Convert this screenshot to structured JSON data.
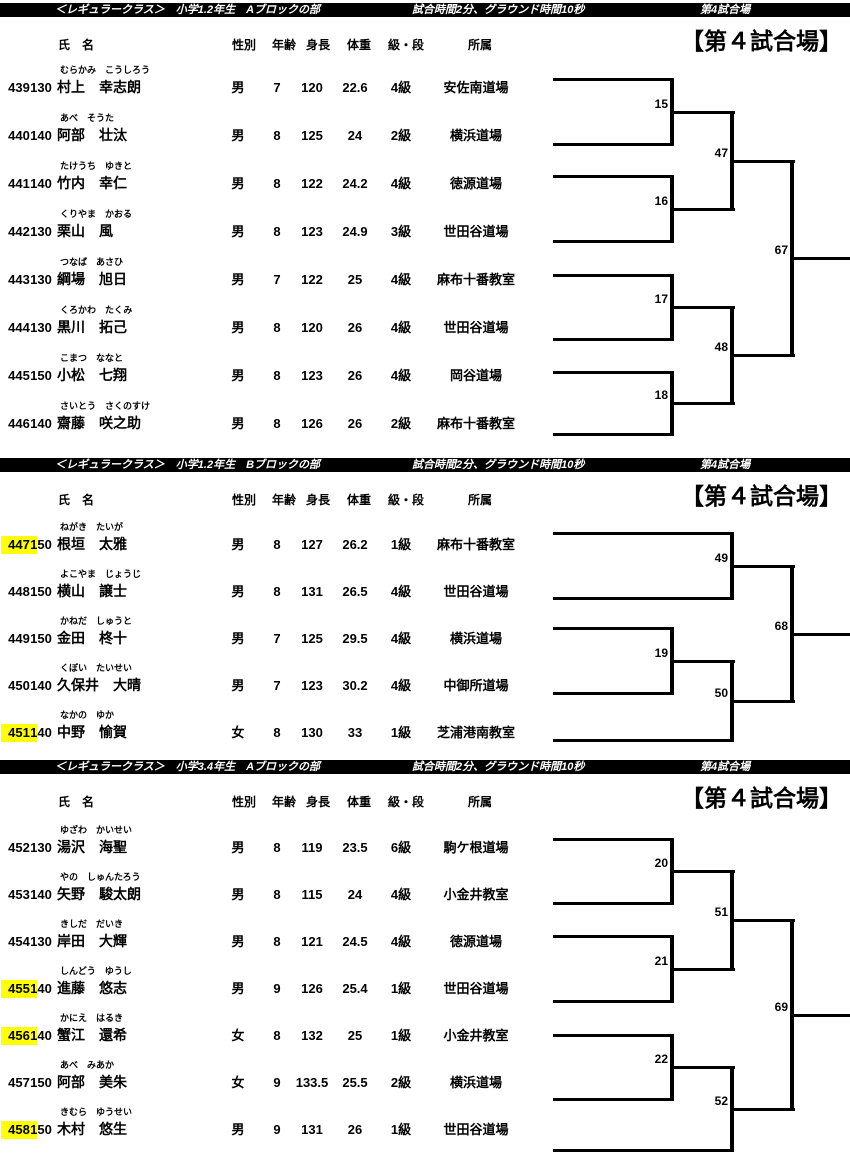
{
  "columns": [
    "氏　名",
    "性別",
    "年齢",
    "身長",
    "体重",
    "級・段",
    "所属"
  ],
  "sections": [
    {
      "bar": {
        "left": "＜レギュラークラス＞　小学1.2年生　Aブロックの部",
        "middle": "試合時間2分、グラウンド時間10秒",
        "right": "第4試合場"
      },
      "title": "【第４試合場】",
      "rows": [
        {
          "no": "439",
          "cls": "130",
          "kana": "むらかみ　こうしろう",
          "name": "村上　幸志朗",
          "sex": "男",
          "age": "7",
          "height": "120",
          "weight": "22.6",
          "rank": "4級",
          "club": "安佐南道場",
          "hl": false
        },
        {
          "no": "440",
          "cls": "140",
          "kana": "あべ　そうた",
          "name": "阿部　壮汰",
          "sex": "男",
          "age": "8",
          "height": "125",
          "weight": "24",
          "rank": "2級",
          "club": "横浜道場",
          "hl": false
        },
        {
          "no": "441",
          "cls": "140",
          "kana": "たけうち　ゆきと",
          "name": "竹内　幸仁",
          "sex": "男",
          "age": "8",
          "height": "122",
          "weight": "24.2",
          "rank": "4級",
          "club": "徳源道場",
          "hl": false
        },
        {
          "no": "442",
          "cls": "130",
          "kana": "くりやま　かおる",
          "name": "栗山　風",
          "sex": "男",
          "age": "8",
          "height": "123",
          "weight": "24.9",
          "rank": "3級",
          "club": "世田谷道場",
          "hl": false
        },
        {
          "no": "443",
          "cls": "130",
          "kana": "つなば　あさひ",
          "name": "綱場　旭日",
          "sex": "男",
          "age": "7",
          "height": "122",
          "weight": "25",
          "rank": "4級",
          "club": "麻布十番教室",
          "hl": false
        },
        {
          "no": "444",
          "cls": "130",
          "kana": "くろかわ　たくみ",
          "name": "黒川　拓己",
          "sex": "男",
          "age": "8",
          "height": "120",
          "weight": "26",
          "rank": "4級",
          "club": "世田谷道場",
          "hl": false
        },
        {
          "no": "445",
          "cls": "150",
          "kana": "こまつ　ななと",
          "name": "小松　七翔",
          "sex": "男",
          "age": "8",
          "height": "123",
          "weight": "26",
          "rank": "4級",
          "club": "岡谷道場",
          "hl": false
        },
        {
          "no": "446",
          "cls": "140",
          "kana": "さいとう　さくのすけ",
          "name": "齋藤　咲之助",
          "sex": "男",
          "age": "8",
          "height": "126",
          "weight": "26",
          "rank": "2級",
          "club": "麻布十番教室",
          "hl": false
        }
      ],
      "bracket": {
        "matches": [
          {
            "no": "15",
            "col": 1,
            "top": "e0",
            "bottom": "e1"
          },
          {
            "no": "16",
            "col": 1,
            "top": "e2",
            "bottom": "e3"
          },
          {
            "no": "17",
            "col": 1,
            "top": "e4",
            "bottom": "e5"
          },
          {
            "no": "18",
            "col": 1,
            "top": "e6",
            "bottom": "e7"
          },
          {
            "no": "47",
            "col": 2,
            "top": "m0",
            "bottom": "m1"
          },
          {
            "no": "48",
            "col": 2,
            "top": "m2",
            "bottom": "m3"
          },
          {
            "no": "67",
            "col": 3,
            "top": "m4",
            "bottom": "m5"
          }
        ]
      }
    },
    {
      "bar": {
        "left": "＜レギュラークラス＞　小学1.2年生　Bブロックの部",
        "middle": "試合時間2分、グラウンド時間10秒",
        "right": "第4試合場"
      },
      "title": "【第４試合場】",
      "rows": [
        {
          "no": "447",
          "cls": "150",
          "kana": "ねがき　たいが",
          "name": "根垣　太雅",
          "sex": "男",
          "age": "8",
          "height": "127",
          "weight": "26.2",
          "rank": "1級",
          "club": "麻布十番教室",
          "hl": true
        },
        {
          "no": "448",
          "cls": "150",
          "kana": "よこやま　じょうじ",
          "name": "横山　譲士",
          "sex": "男",
          "age": "8",
          "height": "131",
          "weight": "26.5",
          "rank": "4級",
          "club": "世田谷道場",
          "hl": false
        },
        {
          "no": "449",
          "cls": "150",
          "kana": "かねだ　しゅうと",
          "name": "金田　柊十",
          "sex": "男",
          "age": "7",
          "height": "125",
          "weight": "29.5",
          "rank": "4級",
          "club": "横浜道場",
          "hl": false
        },
        {
          "no": "450",
          "cls": "140",
          "kana": "くぼい　たいせい",
          "name": "久保井　大晴",
          "sex": "男",
          "age": "7",
          "height": "123",
          "weight": "30.2",
          "rank": "4級",
          "club": "中御所道場",
          "hl": false
        },
        {
          "no": "451",
          "cls": "140",
          "kana": "なかの　ゆか",
          "name": "中野　愉賀",
          "sex": "女",
          "age": "8",
          "height": "130",
          "weight": "33",
          "rank": "1級",
          "club": "芝浦港南教室",
          "hl": true
        }
      ],
      "bracket": {
        "matches": [
          {
            "no": "49",
            "col": 2,
            "top": "e0",
            "bottom": "e1"
          },
          {
            "no": "19",
            "col": 1,
            "top": "e2",
            "bottom": "e3"
          },
          {
            "no": "50",
            "col": 2,
            "top": "m1",
            "bottom": "e4"
          },
          {
            "no": "68",
            "col": 3,
            "top": "m0",
            "bottom": "m2"
          }
        ]
      }
    },
    {
      "bar": {
        "left": "＜レギュラークラス＞　小学3.4年生　Aブロックの部",
        "middle": "試合時間2分、グラウンド時間10秒",
        "right": "第4試合場"
      },
      "title": "【第４試合場】",
      "rows": [
        {
          "no": "452",
          "cls": "130",
          "kana": "ゆざわ　かいせい",
          "name": "湯沢　海聖",
          "sex": "男",
          "age": "8",
          "height": "119",
          "weight": "23.5",
          "rank": "6級",
          "club": "駒ケ根道場",
          "hl": false
        },
        {
          "no": "453",
          "cls": "140",
          "kana": "やの　しゅんたろう",
          "name": "矢野　駿太朗",
          "sex": "男",
          "age": "8",
          "height": "115",
          "weight": "24",
          "rank": "4級",
          "club": "小金井教室",
          "hl": false
        },
        {
          "no": "454",
          "cls": "130",
          "kana": "きしだ　だいき",
          "name": "岸田　大輝",
          "sex": "男",
          "age": "8",
          "height": "121",
          "weight": "24.5",
          "rank": "4級",
          "club": "徳源道場",
          "hl": false
        },
        {
          "no": "455",
          "cls": "140",
          "kana": "しんどう　ゆうし",
          "name": "進藤　悠志",
          "sex": "男",
          "age": "9",
          "height": "126",
          "weight": "25.4",
          "rank": "1級",
          "club": "世田谷道場",
          "hl": true
        },
        {
          "no": "456",
          "cls": "140",
          "kana": "かにえ　はるき",
          "name": "蟹江　還希",
          "sex": "女",
          "age": "8",
          "height": "132",
          "weight": "25",
          "rank": "1級",
          "club": "小金井教室",
          "hl": true
        },
        {
          "no": "457",
          "cls": "150",
          "kana": "あべ　みあか",
          "name": "阿部　美朱",
          "sex": "女",
          "age": "9",
          "height": "133.5",
          "weight": "25.5",
          "rank": "2級",
          "club": "横浜道場",
          "hl": false
        },
        {
          "no": "458",
          "cls": "150",
          "kana": "きむら　ゆうせい",
          "name": "木村　悠生",
          "sex": "男",
          "age": "9",
          "height": "131",
          "weight": "26",
          "rank": "1級",
          "club": "世田谷道場",
          "hl": true
        }
      ],
      "bracket": {
        "matches": [
          {
            "no": "20",
            "col": 1,
            "top": "e0",
            "bottom": "e1"
          },
          {
            "no": "21",
            "col": 1,
            "top": "e2",
            "bottom": "e3"
          },
          {
            "no": "51",
            "col": 2,
            "top": "m0",
            "bottom": "m1"
          },
          {
            "no": "22",
            "col": 1,
            "top": "e4",
            "bottom": "e5"
          },
          {
            "no": "52",
            "col": 2,
            "top": "m3",
            "bottom": "e6"
          },
          {
            "no": "69",
            "col": 3,
            "top": "m2",
            "bottom": "m4"
          }
        ]
      }
    }
  ]
}
